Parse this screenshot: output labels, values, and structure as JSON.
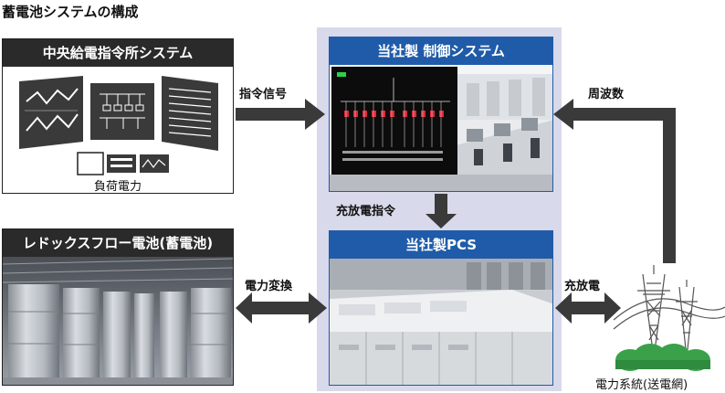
{
  "diagram": {
    "title": "蓄電池システムの構成",
    "central_dispatch": {
      "header": "中央給電指令所システム",
      "load_label": "負荷電力"
    },
    "battery": {
      "header": "レドックスフロー電池(蓄電池)"
    },
    "control_system": {
      "header": "当社製 制御システム"
    },
    "pcs": {
      "header": "当社製PCS"
    },
    "grid": {
      "label": "電力系統(送電網)"
    },
    "arrows": {
      "command_signal": "指令信号",
      "frequency": "周波数",
      "charge_discharge_command": "充放電指令",
      "power_conversion": "電力変換",
      "charge_discharge": "充放電"
    },
    "colors": {
      "blue_header": "#1f5ba8",
      "dark_header": "#2a2a2a",
      "center_panel": "#d8d9ea",
      "arrow": "#3a3a3a",
      "grass": "#3aa14a"
    }
  }
}
